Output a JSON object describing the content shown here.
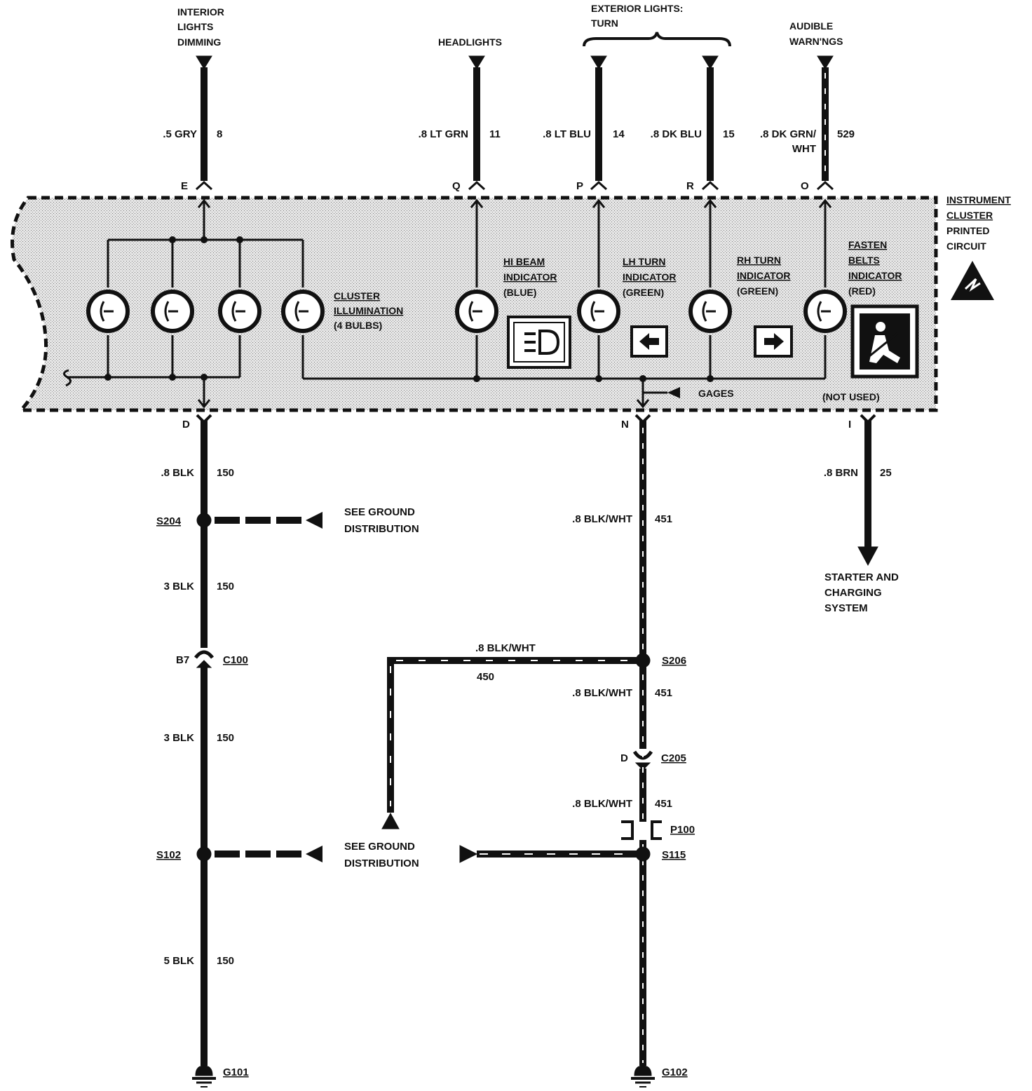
{
  "colors": {
    "ink": "#111111",
    "board_fill": "#dcdcdc",
    "background": "#ffffff"
  },
  "destinations": {
    "interior_dimming": [
      "INTERIOR",
      "LIGHTS",
      "DIMMING"
    ],
    "headlights": "HEADLIGHTS",
    "exterior_turn": [
      "EXTERIOR LIGHTS:",
      "TURN"
    ],
    "audible_warnings": [
      "AUDIBLE",
      "WARN'NGS"
    ],
    "starter_charging": [
      "STARTER AND",
      "CHARGING",
      "SYSTEM"
    ]
  },
  "wires_top": [
    {
      "id": "E",
      "color": ".5 GRY",
      "circuit": "8"
    },
    {
      "id": "Q",
      "color": ".8 LT GRN",
      "circuit": "11"
    },
    {
      "id": "P",
      "color": ".8 LT BLU",
      "circuit": "14"
    },
    {
      "id": "R",
      "color": ".8 DK BLU",
      "circuit": "15"
    },
    {
      "id": "O",
      "color": ".8 DK GRN/",
      "color2": "WHT",
      "circuit": "529"
    }
  ],
  "cluster": {
    "title": [
      "INSTRUMENT",
      "CLUSTER",
      "PRINTED",
      "CIRCUIT"
    ],
    "cluster_illumination": [
      "CLUSTER",
      "ILLUMINATION",
      "(4 BULBS)"
    ],
    "hi_beam": [
      "HI BEAM",
      "INDICATOR",
      "(BLUE)"
    ],
    "lh_turn": [
      "LH TURN",
      "INDICATOR",
      "(GREEN)"
    ],
    "rh_turn": [
      "RH TURN",
      "INDICATOR",
      "(GREEN)"
    ],
    "fasten_belts": [
      "FASTEN",
      "BELTS",
      "INDICATOR",
      "(RED)"
    ],
    "gages": "GAGES",
    "not_used": "(NOT USED)"
  },
  "connectors_bottom": {
    "D": "D",
    "N": "N",
    "I": "I"
  },
  "left_branch": {
    "wire1": {
      "color": ".8 BLK",
      "circuit": "150"
    },
    "splice1": "S204",
    "see_ground_1": [
      "SEE GROUND",
      "DISTRIBUTION"
    ],
    "wire2": {
      "color": "3 BLK",
      "circuit": "150"
    },
    "conn_pin": "B7",
    "conn": "C100",
    "wire3": {
      "color": "3 BLK",
      "circuit": "150"
    },
    "splice2": "S102",
    "see_ground_2": [
      "SEE GROUND",
      "DISTRIBUTION"
    ],
    "wire4": {
      "color": "5 BLK",
      "circuit": "150"
    },
    "ground": "G101"
  },
  "middle_branch": {
    "wire1": {
      "color": ".8 BLK/WHT",
      "circuit": "451"
    },
    "splice1": "S206",
    "side_wire": {
      "color": ".8 BLK/WHT",
      "circuit": "450"
    },
    "wire2": {
      "color": ".8 BLK/WHT",
      "circuit": "451"
    },
    "conn_pin": "D",
    "conn": "C205",
    "wire3": {
      "color": ".8 BLK/WHT",
      "circuit": "451"
    },
    "pass_through": "P100",
    "splice2": "S115",
    "ground": "G102"
  },
  "right_branch": {
    "color": ".8 BRN",
    "circuit": "25"
  }
}
